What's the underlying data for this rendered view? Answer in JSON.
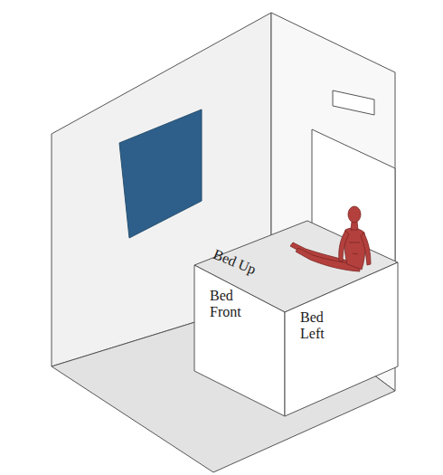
{
  "diagram": {
    "labels": [
      "Bed Up",
      "Bed Front",
      "Bed Left"
    ]
  }
}
